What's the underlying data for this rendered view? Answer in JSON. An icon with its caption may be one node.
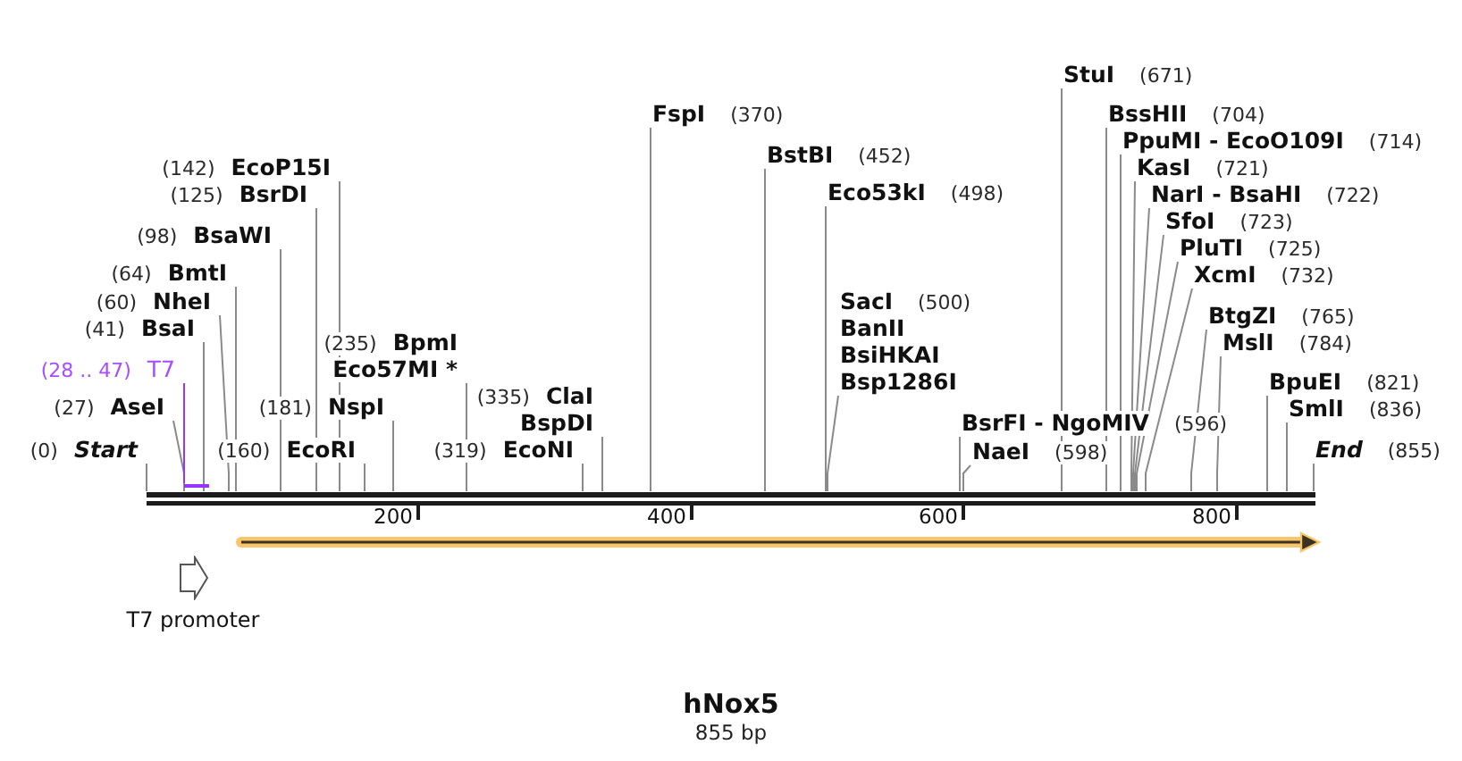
{
  "diagram": {
    "title": "hNox5",
    "caption": "855 bp",
    "nodes": [
      {
        "text": [
          "(0)",
          "Start"
        ]
      },
      {
        "text": [
          "(27)",
          "AseI"
        ]
      },
      {
        "text": [
          "(28 .. 47)",
          "T7"
        ]
      },
      {
        "text": [
          "(41)",
          "BsaI"
        ]
      },
      {
        "text": [
          "(60)",
          "NheI"
        ]
      },
      {
        "text": [
          "(64)",
          "BmtI"
        ]
      },
      {
        "text": [
          "(98)",
          "BsaWI"
        ]
      },
      {
        "text": [
          "(125)",
          "BsrDI"
        ]
      },
      {
        "text": [
          "(142)",
          "EcoP15I"
        ]
      },
      {
        "text": [
          "(160)",
          "EcoRI"
        ]
      },
      {
        "text": [
          "(181)",
          "NspI"
        ]
      },
      {
        "text": [
          "(235)",
          "BpmI",
          "Eco57MI *"
        ]
      },
      {
        "text": [
          "(319)",
          "EcoNI"
        ]
      },
      {
        "text": [
          "(335)",
          "ClaI",
          "BspDI"
        ]
      },
      {
        "text": [
          "FspI",
          "(370)"
        ]
      },
      {
        "text": [
          "BstBI",
          "(452)"
        ]
      },
      {
        "text": [
          "Eco53kI",
          "(498)"
        ]
      },
      {
        "text": [
          "SacI",
          "(500)",
          "BanII",
          "BsiHKAI",
          "Bsp1286I"
        ]
      },
      {
        "text": [
          "BsrFI - NgoMIV",
          "(596)"
        ]
      },
      {
        "text": [
          "NaeI",
          "(598)"
        ]
      },
      {
        "text": [
          "StuI",
          "(671)"
        ]
      },
      {
        "text": [
          "BssHII",
          "(704)"
        ]
      },
      {
        "text": [
          "PpuMI - EcoO109I",
          "(714)"
        ]
      },
      {
        "text": [
          "KasI",
          "(721)"
        ]
      },
      {
        "text": [
          "NarI - BsaHI",
          "(722)"
        ]
      },
      {
        "text": [
          "SfoI",
          "(723)"
        ]
      },
      {
        "text": [
          "PluTI",
          "(725)"
        ]
      },
      {
        "text": [
          "XcmI",
          "(732)"
        ]
      },
      {
        "text": [
          "BtgZI",
          "(765)"
        ]
      },
      {
        "text": [
          "MslI",
          "(784)"
        ]
      },
      {
        "text": [
          "BpuEI",
          "(821)"
        ]
      },
      {
        "text": [
          "SmlI",
          "(836)"
        ]
      },
      {
        "text": [
          "End",
          "(855)"
        ]
      },
      {
        "text": [],
        "shape": "bar"
      },
      {
        "text": [],
        "shape": "bar"
      },
      {
        "text": [
          "T7 promoter"
        ]
      }
    ],
    "edges": [
      {
        "from": 0,
        "to": 33,
        "arrow": "none"
      },
      {
        "from": 1,
        "to": 33,
        "arrow": "none"
      },
      {
        "from": 2,
        "to": 34,
        "arrow": "none",
        "color": "#9933ff"
      },
      {
        "from": 3,
        "to": 33,
        "arrow": "none"
      },
      {
        "from": 4,
        "to": 33,
        "arrow": "none"
      },
      {
        "from": 5,
        "to": 33,
        "arrow": "none"
      },
      {
        "from": 6,
        "to": 33,
        "arrow": "none"
      },
      {
        "from": 7,
        "to": 33,
        "arrow": "none"
      },
      {
        "from": 8,
        "to": 33,
        "arrow": "none"
      },
      {
        "from": 9,
        "to": 33,
        "arrow": "none"
      },
      {
        "from": 10,
        "to": 33,
        "arrow": "none"
      },
      {
        "from": 11,
        "to": 33,
        "arrow": "none"
      },
      {
        "from": 12,
        "to": 33,
        "arrow": "none"
      },
      {
        "from": 13,
        "to": 33,
        "arrow": "none"
      },
      {
        "from": 14,
        "to": 33,
        "arrow": "none"
      },
      {
        "from": 15,
        "to": 33,
        "arrow": "none"
      },
      {
        "from": 16,
        "to": 33,
        "arrow": "none"
      },
      {
        "from": 17,
        "to": 33,
        "arrow": "none"
      },
      {
        "from": 18,
        "to": 33,
        "arrow": "none"
      },
      {
        "from": 19,
        "to": 33,
        "arrow": "none"
      },
      {
        "from": 20,
        "to": 33,
        "arrow": "none"
      },
      {
        "from": 21,
        "to": 33,
        "arrow": "none"
      },
      {
        "from": 22,
        "to": 33,
        "arrow": "none"
      },
      {
        "from": 23,
        "to": 33,
        "arrow": "none"
      },
      {
        "from": 24,
        "to": 33,
        "arrow": "none"
      },
      {
        "from": 25,
        "to": 33,
        "arrow": "none"
      },
      {
        "from": 26,
        "to": 33,
        "arrow": "none"
      },
      {
        "from": 27,
        "to": 33,
        "arrow": "none"
      },
      {
        "from": 28,
        "to": 33,
        "arrow": "none"
      },
      {
        "from": 29,
        "to": 33,
        "arrow": "none"
      },
      {
        "from": 30,
        "to": 33,
        "arrow": "none"
      },
      {
        "from": 31,
        "to": 33,
        "arrow": "none"
      },
      {
        "from": 32,
        "to": 33,
        "arrow": "none"
      }
    ],
    "labels": [
      "200",
      "400",
      "600",
      "800"
    ]
  }
}
